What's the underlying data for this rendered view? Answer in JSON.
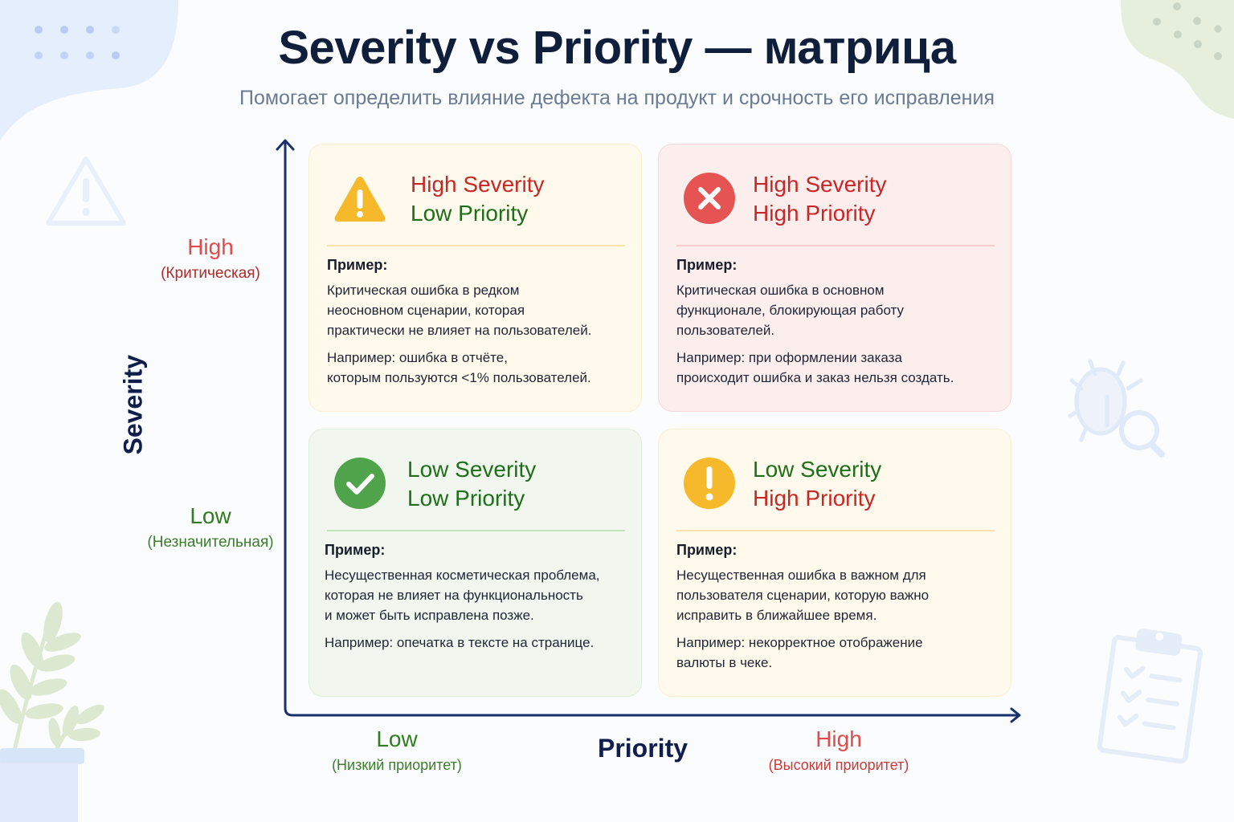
{
  "header": {
    "title": "Severity vs Priority — матрица",
    "subtitle": "Помогает определить влияние дефекта на продукт и срочность его исправления"
  },
  "axes": {
    "y": {
      "label": "Severity",
      "high": {
        "label": "High",
        "sub": "(Критическая)"
      },
      "low": {
        "label": "Low",
        "sub": "(Незначительная)"
      }
    },
    "x": {
      "label": "Priority",
      "low": {
        "label": "Low",
        "sub": "(Низкий приоритет)"
      },
      "high": {
        "label": "High",
        "sub": "(Высокий приоритет)"
      }
    },
    "color": "#1a2f6e"
  },
  "colors": {
    "high": "#c62828",
    "low": "#1f6e1a",
    "warning": "#f6b92b",
    "danger": "#e55353",
    "success": "#4fa34a"
  },
  "quadrants": [
    {
      "id": "high-severity-low-priority",
      "icon": "warning-triangle-icon",
      "severity": "High Severity",
      "priority": "Low Priority",
      "example_label": "Пример:",
      "description_lines": [
        "Критическая ошибка в редком",
        "неосновном сценарии, которая",
        "практически не влияет на пользователей."
      ],
      "case_lines": [
        "Например: ошибка в отчёте,",
        "которым пользуются <1% пользователей."
      ]
    },
    {
      "id": "high-severity-high-priority",
      "icon": "error-x-circle-icon",
      "severity": "High Severity",
      "priority": "High Priority",
      "example_label": "Пример:",
      "description_lines": [
        "Критическая ошибка в основном",
        "функционале, блокирующая работу",
        "пользователей."
      ],
      "case_lines": [
        "Например: при оформлении заказа",
        "происходит ошибка и заказ нельзя создать."
      ]
    },
    {
      "id": "low-severity-low-priority",
      "icon": "check-circle-icon",
      "severity": "Low Severity",
      "priority": "Low Priority",
      "example_label": "Пример:",
      "description_lines": [
        "Несущественная косметическая проблема,",
        "которая не влияет на функциональность",
        "и может быть исправлена позже."
      ],
      "case_lines": [
        "Например: опечатка в тексте на странице."
      ]
    },
    {
      "id": "low-severity-high-priority",
      "icon": "exclamation-circle-icon",
      "severity": "Low Severity",
      "priority": "High Priority",
      "example_label": "Пример:",
      "description_lines": [
        "Несущественная ошибка в важном для",
        "пользователя сценарии, которую важно",
        "исправить в ближайшее время."
      ],
      "case_lines": [
        "Например: некорректное отображение",
        "валюты в чеке."
      ]
    }
  ]
}
